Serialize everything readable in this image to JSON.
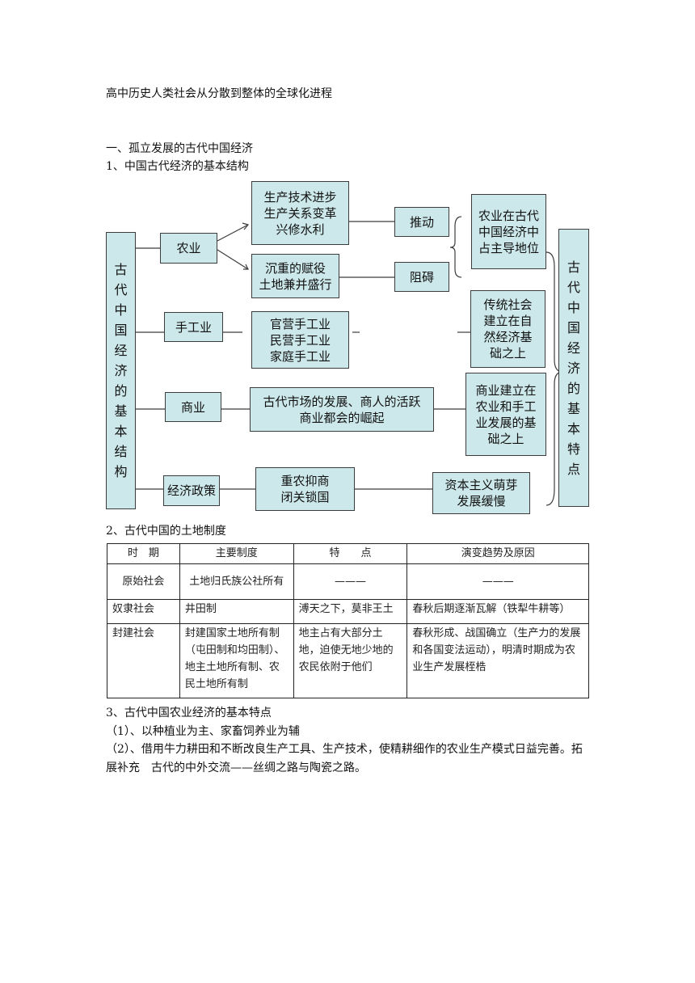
{
  "doc_title": "高中历史人类社会从分散到整体的全球化进程",
  "section1_heading": "一、孤立发展的古代中国经济",
  "sub1_heading": "1、中国古代经济的基本结构",
  "diagram": {
    "left_label": "古代中国经济的基本结构",
    "right_label": "古代中国经济的基本特点",
    "agriculture": "农业",
    "agri_positive": "生产技术进步\n生产关系变革\n兴修水利",
    "agri_negative": "沉重的赋役\n土地兼并盛行",
    "promote": "推动",
    "hinder": "阻碍",
    "agri_feature": "农业在古代\n中国经济中\n占主导地位",
    "handicraft": "手工业",
    "handicraft_types": "官营手工业\n民营手工业\n家庭手工业",
    "handicraft_feature": "传统社会\n建立在自\n然经济基\n础之上",
    "commerce": "商业",
    "commerce_content": "古代市场的发展、商人的活跃\n商业都会的崛起",
    "commerce_feature": "商业建立在\n农业和手工\n业发展的基\n础之上",
    "policy": "经济政策",
    "policy_content": "重农抑商\n闭关锁国",
    "policy_feature": "资本主义萌芽\n发展缓慢"
  },
  "sub2_heading": "2、古代中国的土地制度",
  "land_table": {
    "headers": [
      "时　期",
      "主要制度",
      "特　　点",
      "演变趋势及原因"
    ],
    "rows": [
      [
        "原始社会",
        "土地归氏族公社所有",
        "———",
        "———"
      ],
      [
        "奴隶社会",
        "井田制",
        "溥天之下，莫非王土",
        "春秋后期逐渐瓦解（铁犁牛耕等）"
      ],
      [
        "封建社会",
        "封建国家土地所有制（屯田制和均田制）、地主土地所有制、农民土地所有制",
        "地主占有大部分土地，迫使无地少地的农民依附于他们",
        "春秋形成、战国确立（生产力的发展和各国变法运动），明清时期成为农业生产发展桎梏"
      ]
    ]
  },
  "sub3_heading": "3、古代中国农业经济的基本特点",
  "point1": "（1）、以种植业为主、家畜饲养业为辅",
  "point2": "（2）、借用牛力耕田和不断改良生产工具、生产技术，使精耕细作的农业生产模式日益完善。拓展补充　古代的中外交流——丝绸之路与陶瓷之路。"
}
